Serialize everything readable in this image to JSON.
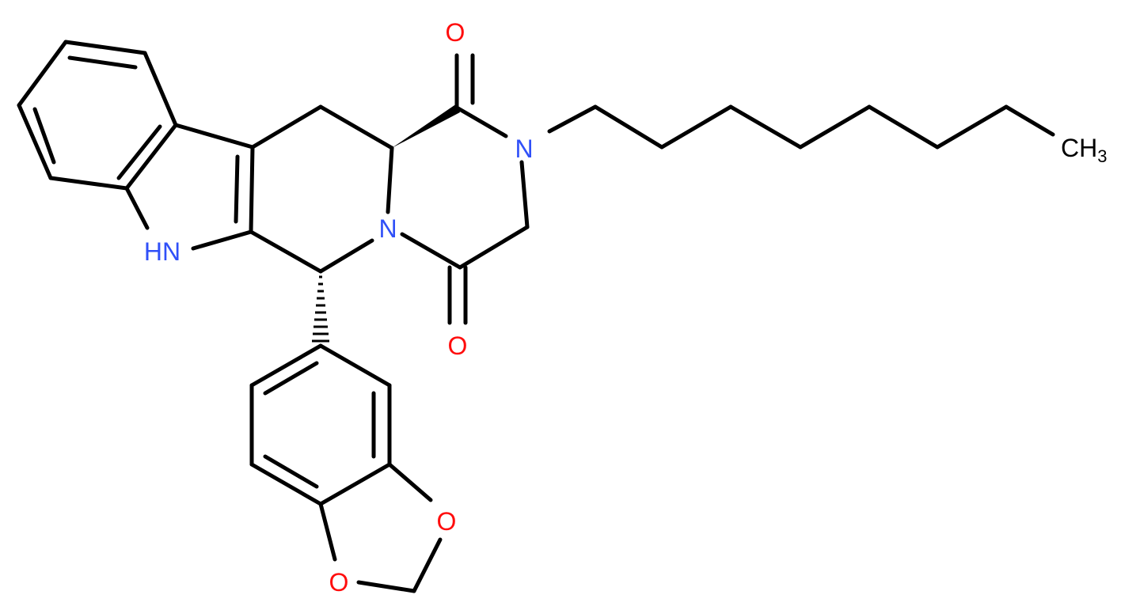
{
  "structure": {
    "bond_color": "#000000",
    "atoms": {
      "o_top": {
        "text": "O",
        "color": "#ff0d0d"
      },
      "o_bottom": {
        "text": "O",
        "color": "#ff0d0d"
      },
      "n_amide": {
        "text": "N",
        "color": "#3050f8"
      },
      "n_ring": {
        "text": "N",
        "color": "#3050f8"
      },
      "nh_indole": {
        "text": "HN",
        "color": "#3050f8"
      },
      "ch3": {
        "text": "CH",
        "sub": "3",
        "color": "#000000"
      },
      "o_dioxole_1": {
        "text": "O",
        "color": "#ff0d0d"
      },
      "o_dioxole_2": {
        "text": "O",
        "color": "#ff0d0d"
      }
    }
  }
}
